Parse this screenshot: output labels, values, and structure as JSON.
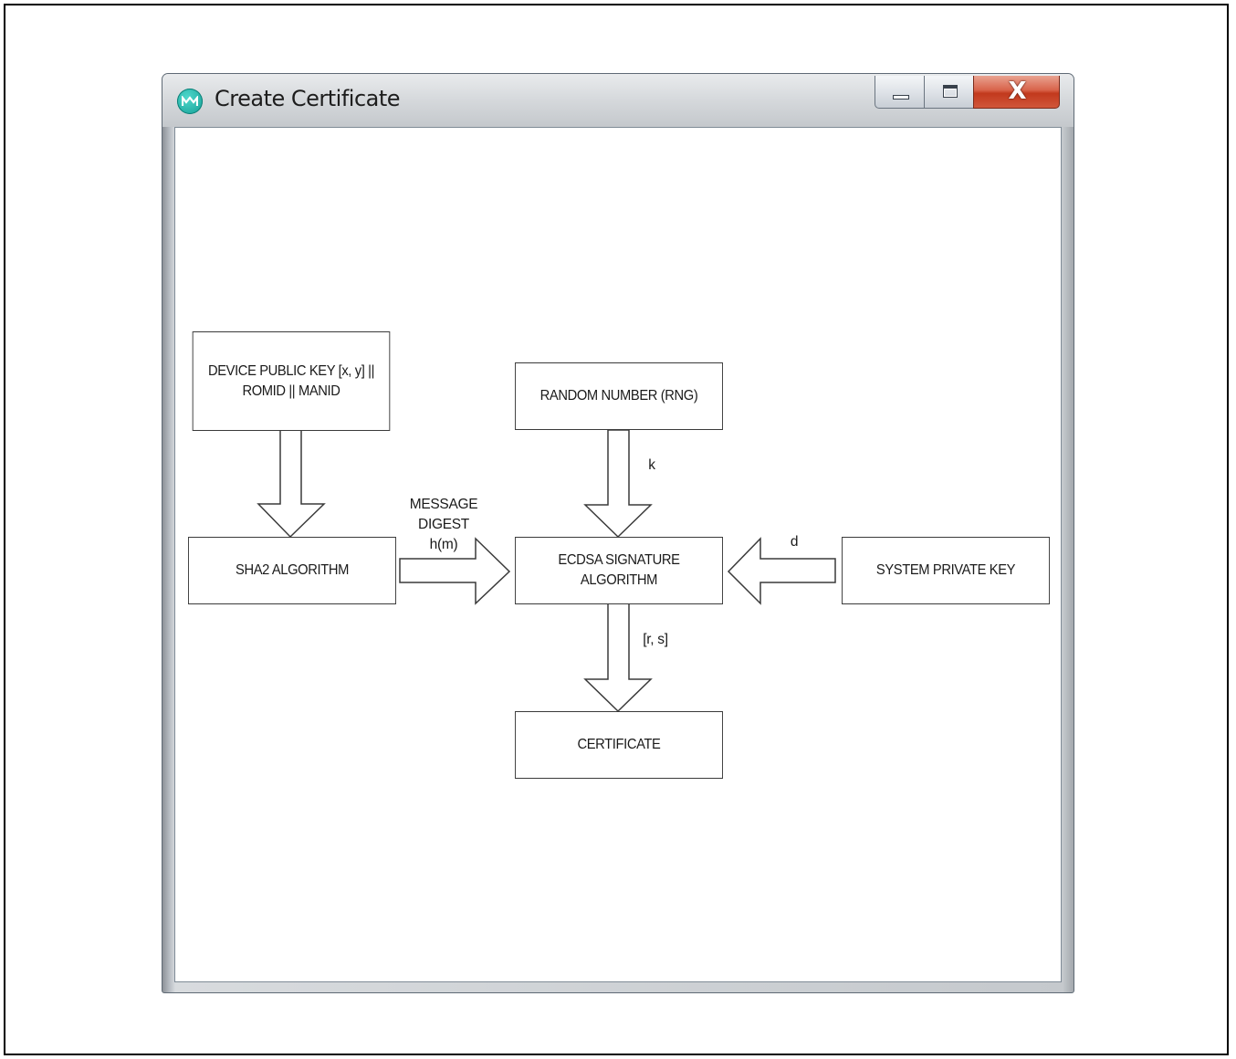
{
  "window": {
    "title": "Create Certificate",
    "app_icon": "maxim-logo-icon",
    "controls": {
      "minimize": "minimize-icon",
      "maximize": "maximize-icon",
      "close_label": "X"
    }
  },
  "diagram": {
    "nodes": {
      "device_public_key": {
        "line1": "DEVICE PUBLIC KEY [x, y] ||",
        "line2": "ROMID || MANID"
      },
      "random_number": {
        "label": "RANDOM NUMBER (RNG)"
      },
      "sha2": {
        "label": "SHA2 ALGORITHM"
      },
      "ecdsa": {
        "line1": "ECDSA SIGNATURE",
        "line2": "ALGORITHM"
      },
      "system_private_key": {
        "label": "SYSTEM PRIVATE KEY"
      },
      "certificate": {
        "label": "CERTIFICATE"
      }
    },
    "edges": {
      "rng_to_ecdsa": "k",
      "sha2_to_ecdsa": {
        "line1": "MESSAGE",
        "line2": "DIGEST",
        "line3": "h(m)"
      },
      "privkey_to_ecdsa": "d",
      "ecdsa_to_certificate": "[r, s]"
    }
  },
  "colors": {
    "box_border": "#3a3a3a",
    "close_button": "#c2391d",
    "icon_teal": "#139e94"
  }
}
